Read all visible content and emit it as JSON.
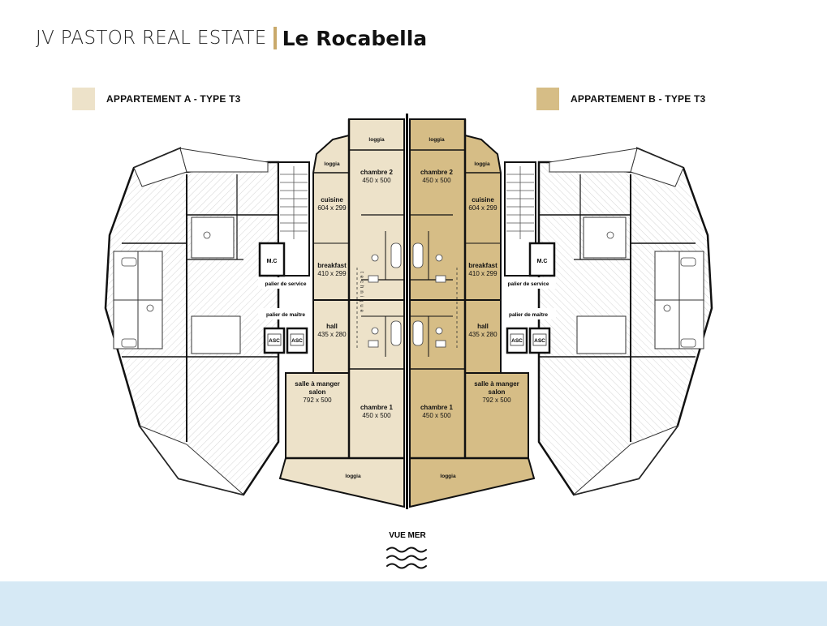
{
  "header": {
    "brand": "JV PASTOR REAL ESTATE",
    "project": "Le Rocabella"
  },
  "legend": [
    {
      "label": "APPARTEMENT  A - TYPE T3",
      "color": "#ede2c9"
    },
    {
      "label": "APPARTEMENT  B - TYPE T3",
      "color": "#d6bd86"
    }
  ],
  "rooms": {
    "loggia": "loggia",
    "chambre2": "chambre 2",
    "chambre2_size": "450 x 500",
    "cuisine": "cuisine",
    "cuisine_size": "604 x 299",
    "breakfast": "breakfast",
    "breakfast_size": "410 x 299",
    "hall": "hall",
    "hall_size": "435 x 280",
    "salle1": "salle à manger",
    "salle2": "salon",
    "salle_size": "792 x 500",
    "chambre1": "chambre 1",
    "chambre1_size": "450 x 500",
    "mc": "M.C",
    "palier_service": "palier de service",
    "palier_maitre": "palier de maître",
    "asc": "ASC",
    "gaines": "technique"
  },
  "sea_label": "VUE MER",
  "icons": {
    "sea": "waves-icon"
  }
}
